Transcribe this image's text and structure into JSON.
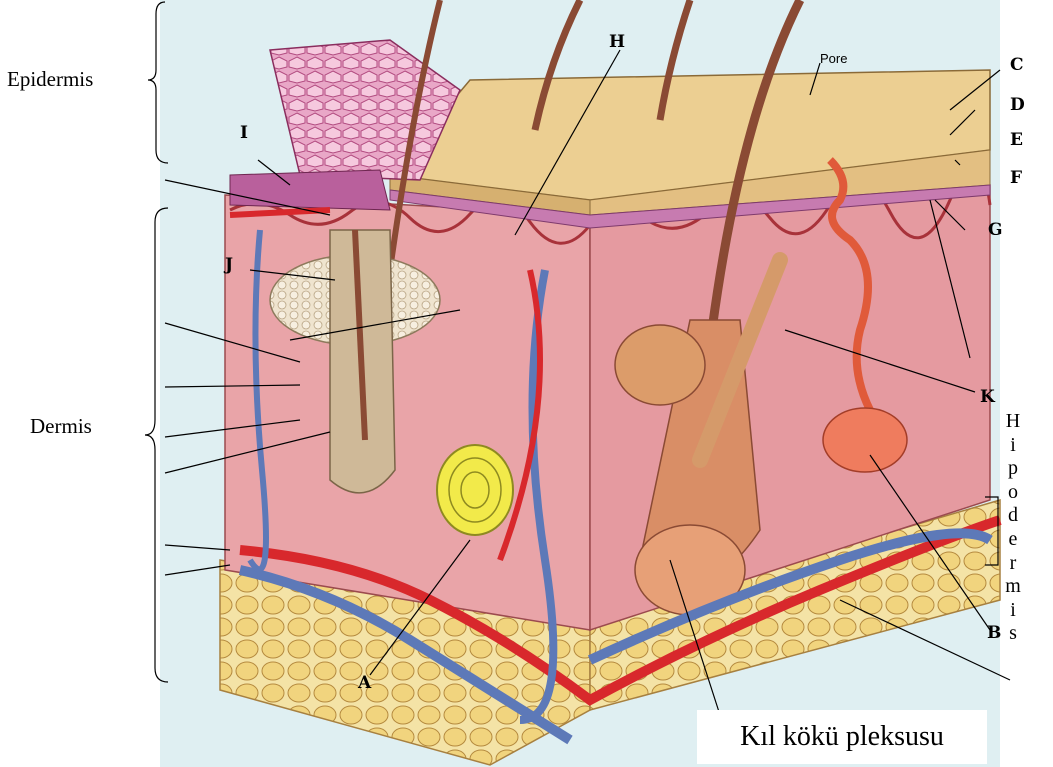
{
  "labels": {
    "epidermis": "Epidermis",
    "dermis": "Dermis",
    "hypodermis_letters": [
      "H",
      "i",
      "p",
      "o",
      "d",
      "e",
      "r",
      "m",
      "i",
      "s"
    ],
    "pore": "Pore",
    "A": "A",
    "B": "B",
    "C": "C",
    "D": "D",
    "E": "E",
    "F": "F",
    "G": "G",
    "H": "H",
    "I": "I",
    "J": "J",
    "K": "K",
    "caption": "Kıl kökü pleksusu"
  },
  "colors": {
    "background_tint": "#d9eef2",
    "dermis": "#e8a7ab",
    "epidermis": "#e9cf97",
    "hypodermis_fat": "#f2dc8f",
    "artery": "#d8282c",
    "vein": "#5d79b8",
    "nerve": "#e3b23c",
    "hair": "#8a4a34"
  }
}
